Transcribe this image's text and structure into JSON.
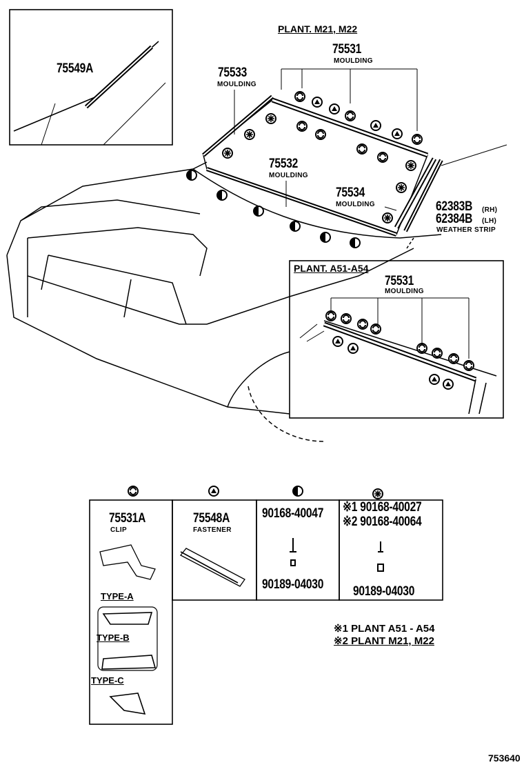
{
  "inset_top": {
    "part": "75549A"
  },
  "plant_main": {
    "title": "PLANT. M21, M22"
  },
  "parts": {
    "p75531": {
      "number": "75531",
      "name": "MOULDING"
    },
    "p75533": {
      "number": "75533",
      "name": "MOULDING"
    },
    "p75532": {
      "number": "75532",
      "name": "MOULDING"
    },
    "p75534": {
      "number": "75534",
      "name": "MOULDING"
    },
    "p62383": {
      "number": "62383B",
      "side": "(RH)"
    },
    "p62384": {
      "number": "62384B",
      "side": "(LH)",
      "name": "WEATHER STRIP"
    }
  },
  "plant_inset": {
    "title": "PLANT. A51-A54",
    "part": "75531",
    "name": "MOULDING"
  },
  "legend": {
    "col1": {
      "part": "75531A",
      "name": "CLIP",
      "types": [
        "TYPE-A",
        "TYPE-B",
        "TYPE-C"
      ]
    },
    "col2": {
      "part": "75548A",
      "name": "FASTENER"
    },
    "col3": {
      "top": "90168-40047",
      "bottom": "90189-04030"
    },
    "col4": {
      "top1": "※1 90168-40027",
      "top2": "※2 90168-40064",
      "bottom": "90189-04030"
    }
  },
  "notes": [
    "※1 PLANT  A51 - A54",
    "※2 PLANT  M21, M22"
  ],
  "ref_code": "753640",
  "symbols": [
    "clip-symbol",
    "fastener-symbol",
    "screw-symbol",
    "bolt-symbol"
  ]
}
